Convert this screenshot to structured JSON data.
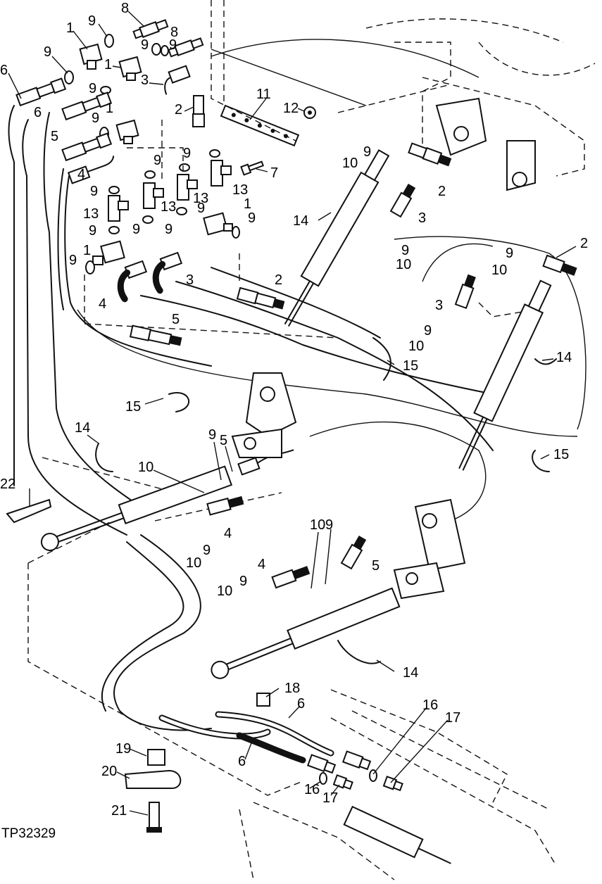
{
  "figure": {
    "id": "TP32329",
    "callout_color": "#000000",
    "background": "#ffffff"
  },
  "callouts": [
    {
      "key": "c1",
      "text": "1"
    },
    {
      "key": "c2",
      "text": "2"
    },
    {
      "key": "c3",
      "text": "3"
    },
    {
      "key": "c4",
      "text": "4"
    },
    {
      "key": "c5",
      "text": "5"
    },
    {
      "key": "c6",
      "text": "6"
    },
    {
      "key": "c7",
      "text": "7"
    },
    {
      "key": "c8",
      "text": "8"
    },
    {
      "key": "c9",
      "text": "9"
    },
    {
      "key": "c10",
      "text": "10"
    },
    {
      "key": "c11",
      "text": "11"
    },
    {
      "key": "c12",
      "text": "12"
    },
    {
      "key": "c13",
      "text": "13"
    },
    {
      "key": "c14",
      "text": "14"
    },
    {
      "key": "c15",
      "text": "15"
    },
    {
      "key": "c16",
      "text": "16"
    },
    {
      "key": "c17",
      "text": "17"
    },
    {
      "key": "c18",
      "text": "18"
    },
    {
      "key": "c19",
      "text": "19"
    },
    {
      "key": "c20",
      "text": "20"
    },
    {
      "key": "c21",
      "text": "21"
    },
    {
      "key": "c22",
      "text": "22"
    }
  ],
  "labels": {
    "n1": "1",
    "n2": "2",
    "n3": "3",
    "n4": "4",
    "n5": "5",
    "n6": "6",
    "n7": "7",
    "n8": "8",
    "n9": "9",
    "n10": "10",
    "n11": "11",
    "n12": "12",
    "n13": "13",
    "n14": "14",
    "n15": "15",
    "n16": "16",
    "n17": "17",
    "n18": "18",
    "n19": "19",
    "n20": "20",
    "n21": "21",
    "n22": "22"
  }
}
